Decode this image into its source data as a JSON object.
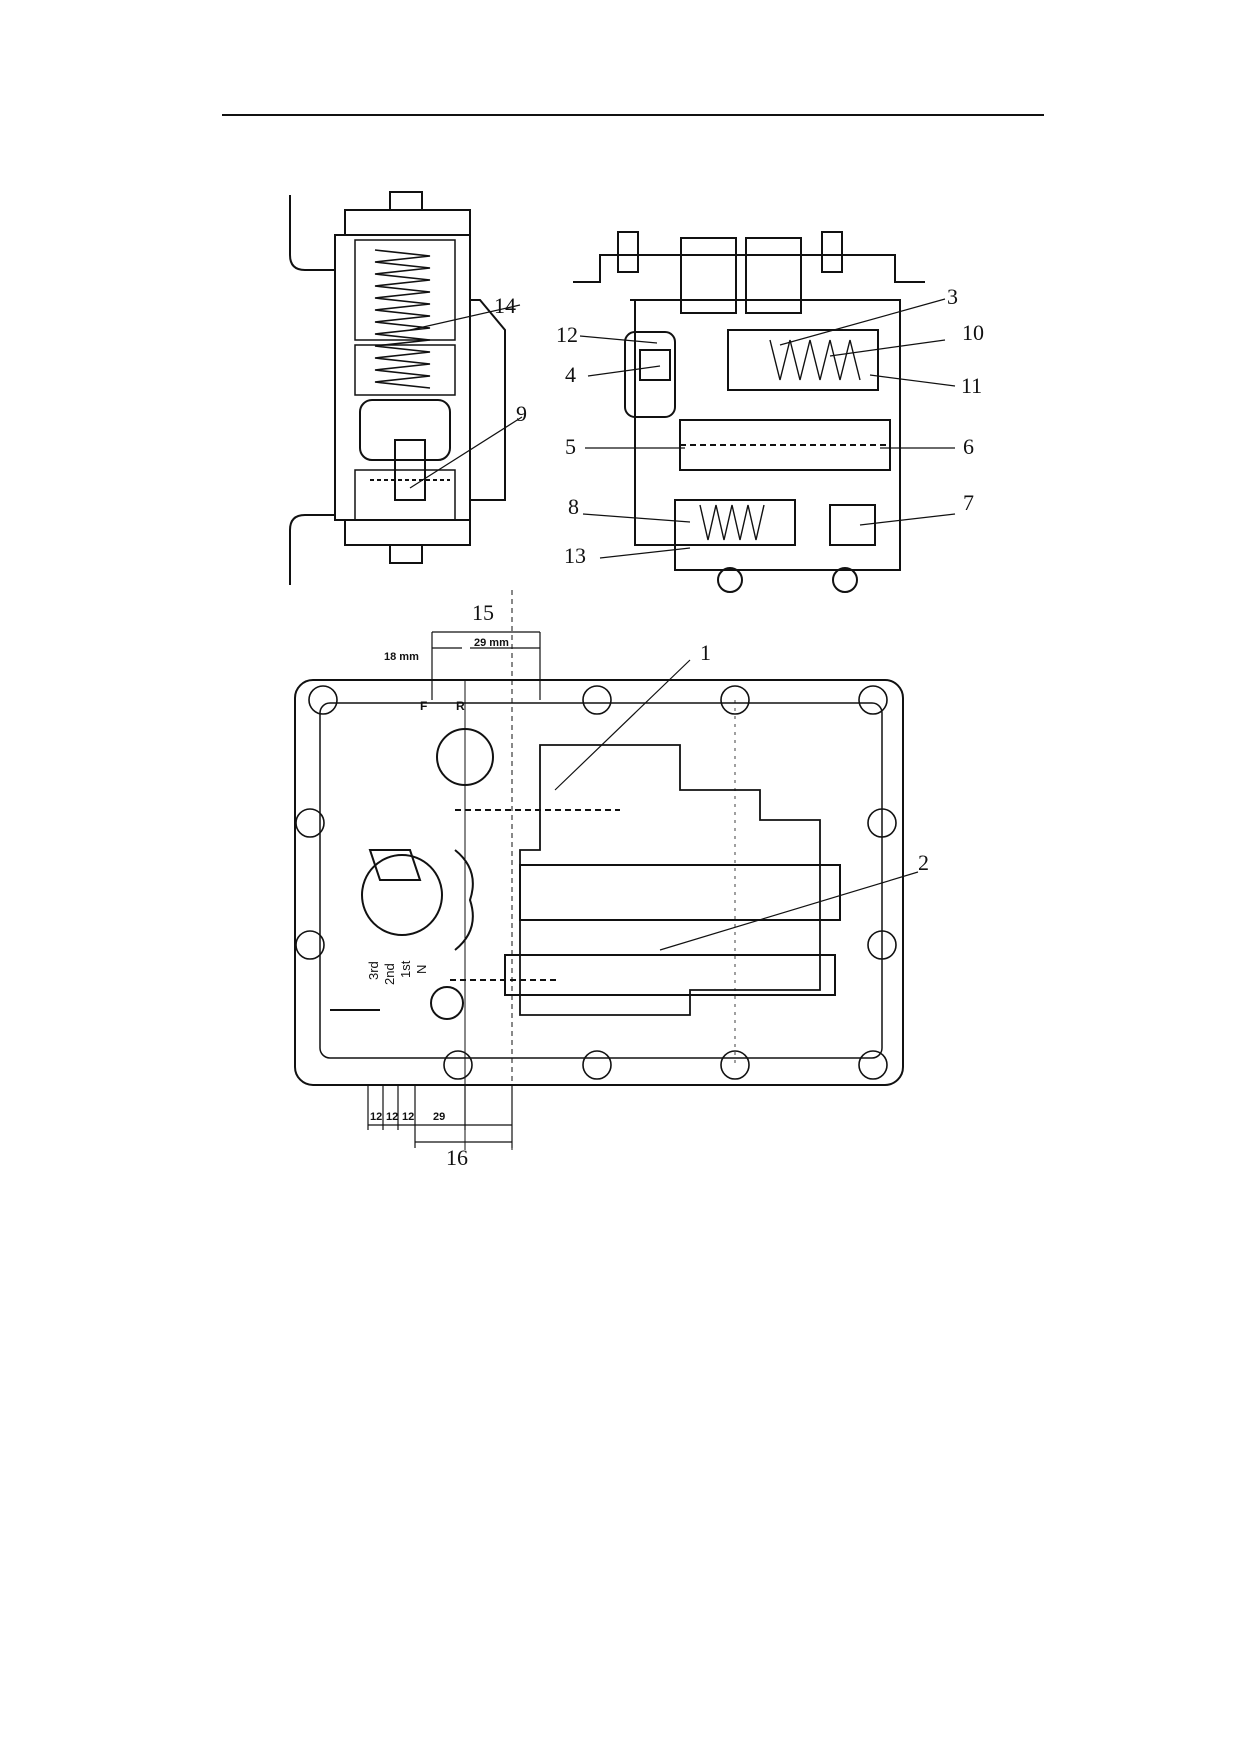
{
  "diagram": {
    "callouts": {
      "c1": "1",
      "c2": "2",
      "c3": "3",
      "c4": "4",
      "c5": "5",
      "c6": "6",
      "c7": "7",
      "c8": "8",
      "c9": "9",
      "c10": "10",
      "c11": "11",
      "c12": "12",
      "c13": "13",
      "c14": "14",
      "c15": "15",
      "c16": "16"
    },
    "dimensions": {
      "d18": "18 mm",
      "d29mm": "29 mm",
      "d12a": "12",
      "d12b": "12",
      "d12c": "12",
      "d29": "29"
    },
    "lever_positions": {
      "forward": "F",
      "reverse": "R",
      "third": "3rd",
      "second": "2nd",
      "first": "1st",
      "neutral": "N"
    }
  }
}
